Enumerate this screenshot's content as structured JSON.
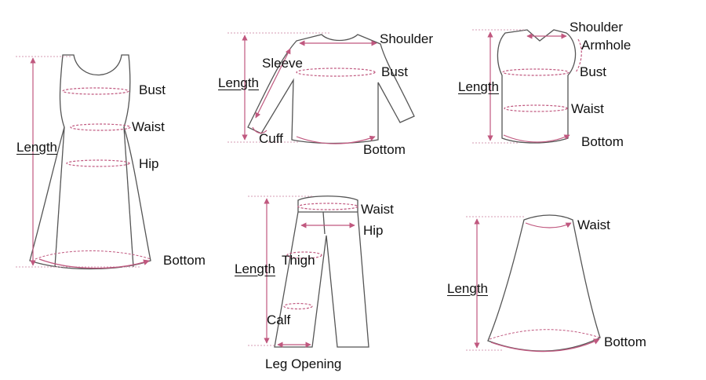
{
  "colors": {
    "outline": "#555555",
    "measure": "#c0587f",
    "guide": "#d49bb3",
    "text": "#111111"
  },
  "dress": {
    "length": "Length",
    "bust": "Bust",
    "waist": "Waist",
    "hip": "Hip",
    "bottom": "Bottom"
  },
  "sweater": {
    "shoulder": "Shoulder",
    "sleeve": "Sleeve",
    "length": "Length",
    "bust": "Bust",
    "cuff": "Cuff",
    "bottom": "Bottom"
  },
  "vest": {
    "shoulder": "Shoulder",
    "armhole": "Armhole",
    "length": "Length",
    "bust": "Bust",
    "waist": "Waist",
    "bottom": "Bottom"
  },
  "pants": {
    "waist": "Waist",
    "hip": "Hip",
    "length": "Length",
    "thigh": "Thigh",
    "calf": "Calf",
    "leg_opening": "Leg Opening"
  },
  "skirt": {
    "waist": "Waist",
    "length": "Length",
    "bottom": "Bottom"
  }
}
